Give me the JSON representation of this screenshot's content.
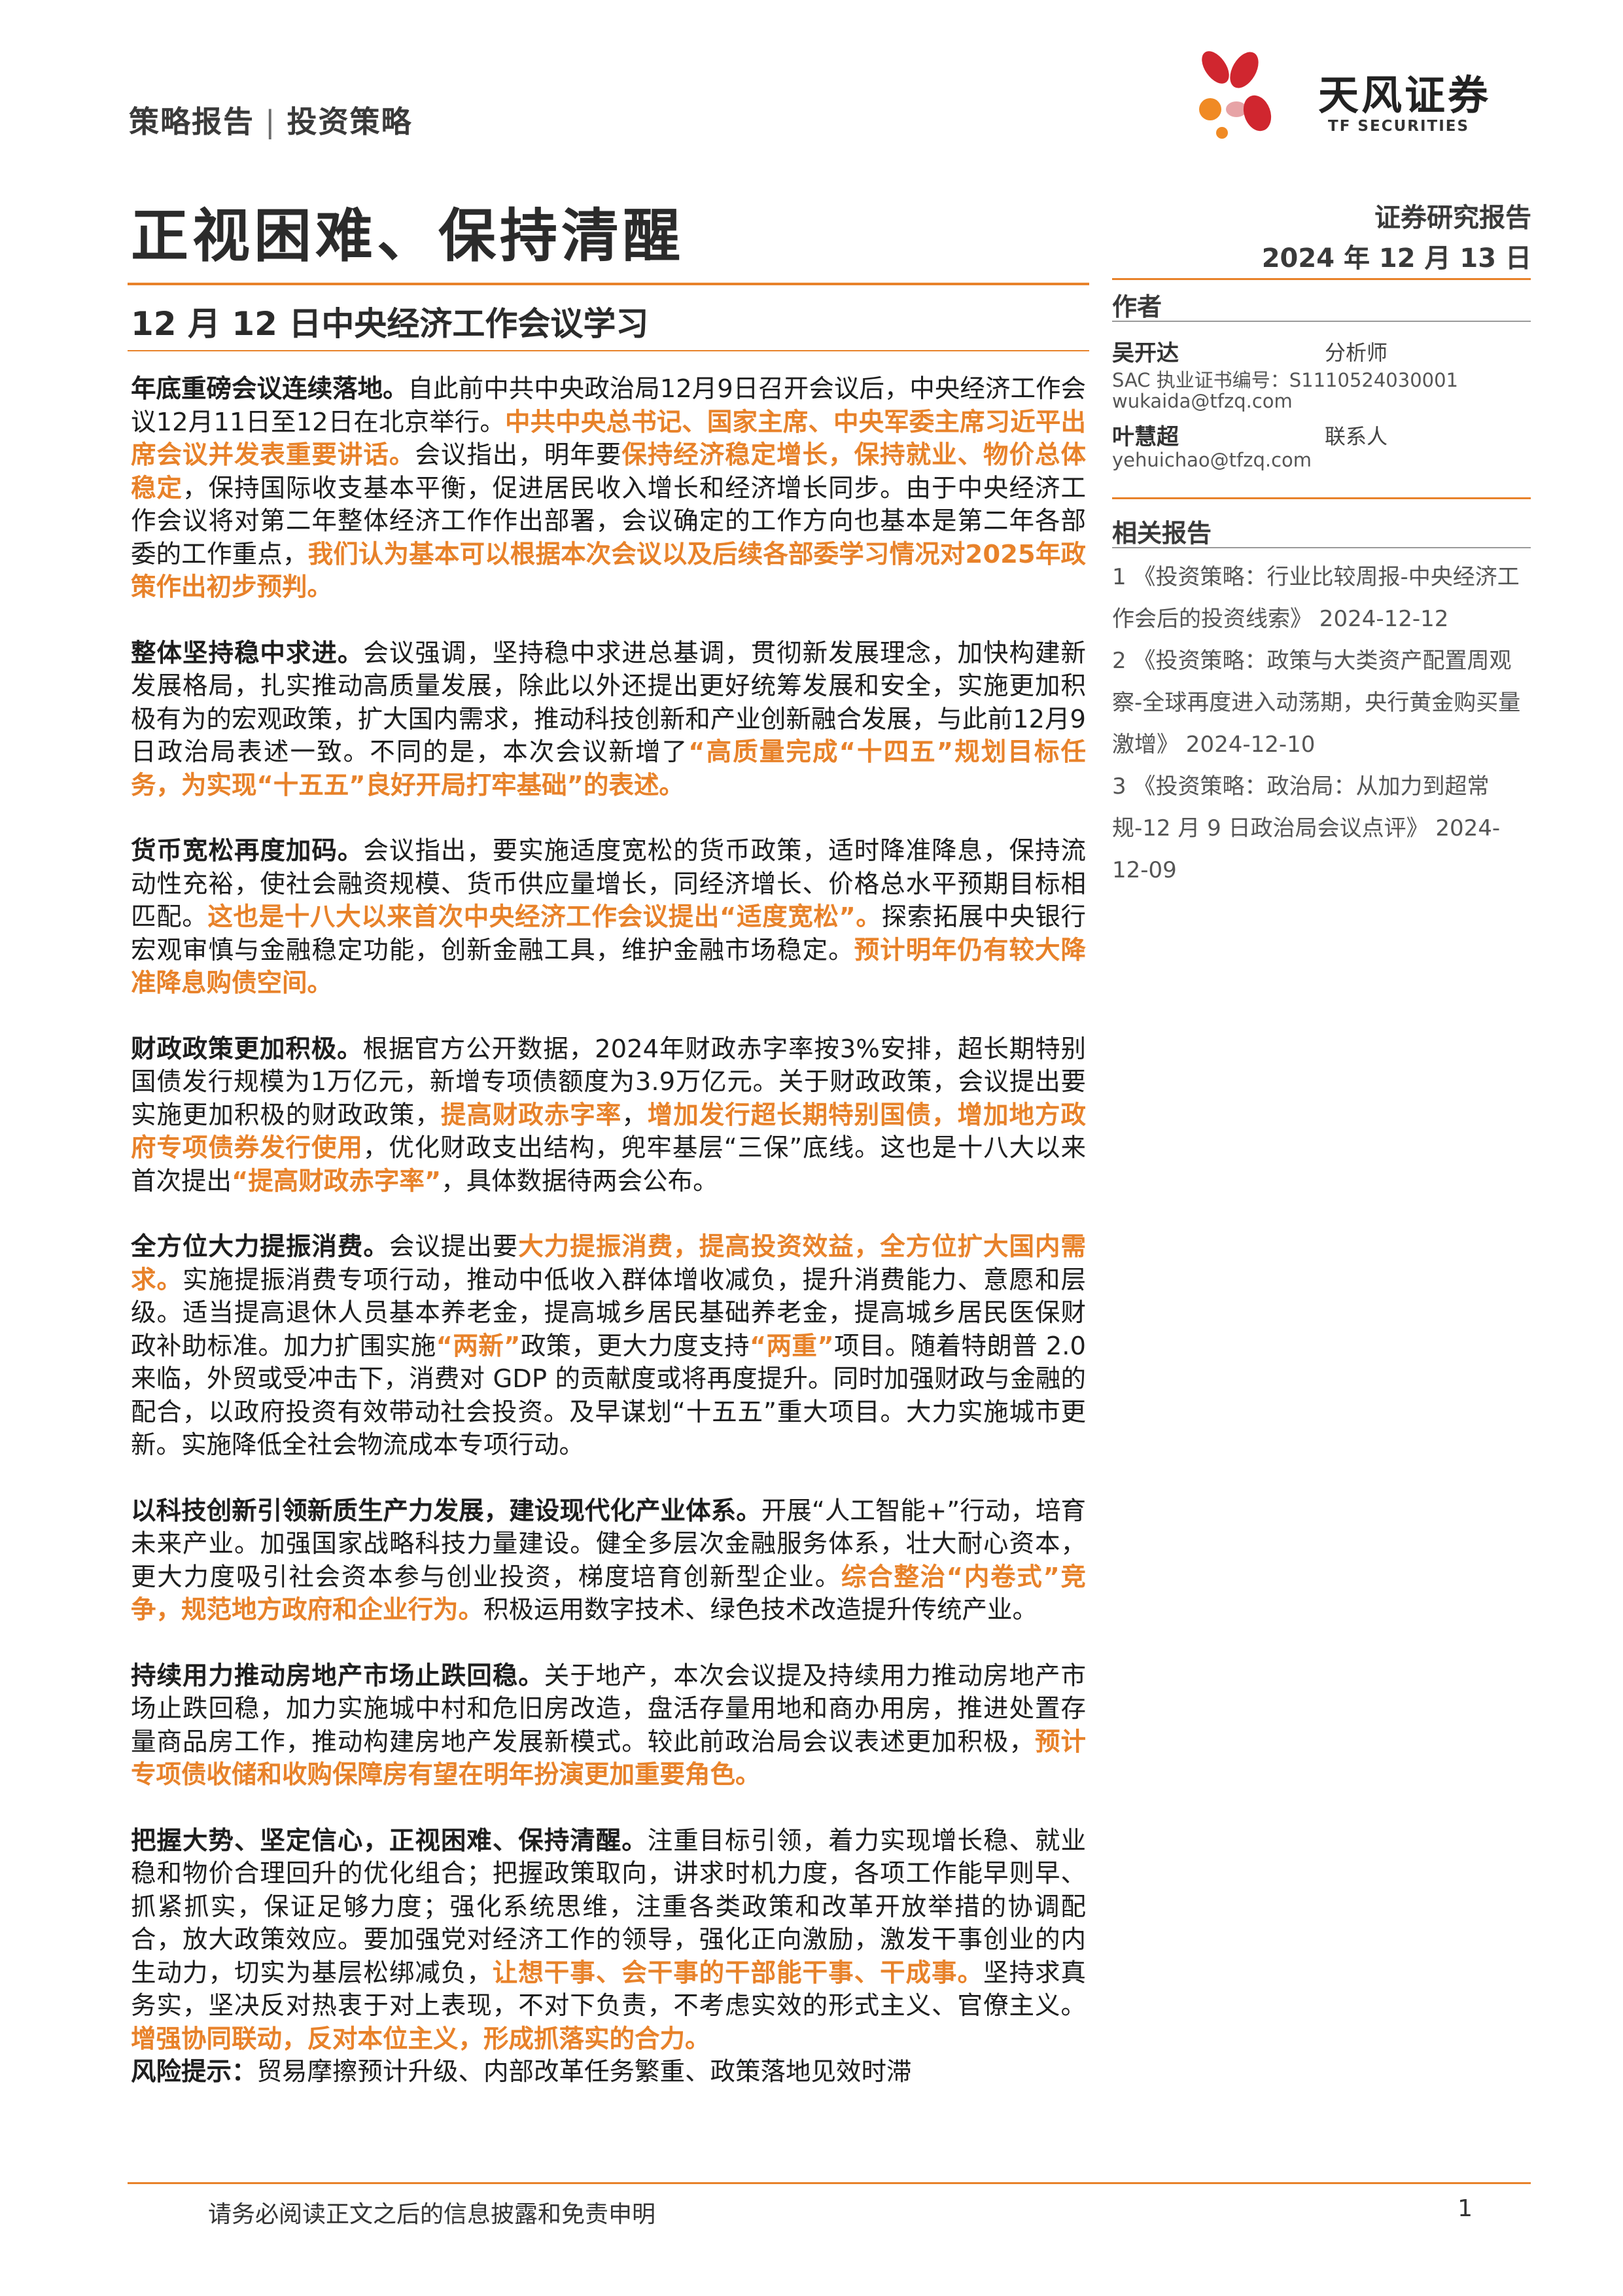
{
  "header": {
    "category": "策略报告",
    "separator": "|",
    "subcategory": "投资策略",
    "brand_cn": "天风证券",
    "brand_en": "TF SECURITIES",
    "title": "正视困难、保持清醒",
    "report_type": "证券研究报告",
    "date": "2024 年 12 月 13 日",
    "subtitle": "12 月 12 日中央经济工作会议学习"
  },
  "sidebar": {
    "authors_heading": "作者",
    "authors": [
      {
        "name": "吴开达",
        "role": "分析师",
        "license": "SAC 执业证书编号：S1110524030001",
        "email": "wukaida@tfzq.com"
      },
      {
        "name": "叶慧超",
        "role": "联系人",
        "email": "yehuichao@tfzq.com"
      }
    ],
    "related_heading": "相关报告",
    "related": [
      "1 《投资策略：行业比较周报-中央经济工作会后的投资线索》 2024-12-12",
      "2 《投资策略：政策与大类资产配置周观察-全球再度进入动荡期，央行黄金购买量激增》 2024-12-10",
      "3 《投资策略：政治局：从加力到超常规-12 月 9 日政治局会议点评》 2024-12-09"
    ]
  },
  "body": {
    "p1": [
      {
        "t": "年底重磅会议连续落地。",
        "s": "b"
      },
      {
        "t": "自此前中共中央政治局12月9日召开会议后，中央经济工作会议12月11日至12日在北京举行。",
        "s": ""
      },
      {
        "t": "中共中央总书记、国家主席、中央军委主席习近平出席会议并发表重要讲话。",
        "s": "h"
      },
      {
        "t": "会议指出，明年要",
        "s": ""
      },
      {
        "t": "保持经济稳定增长，保持就业、物价总体稳定",
        "s": "h"
      },
      {
        "t": "，保持国际收支基本平衡，促进居民收入增长和经济增长同步。由于中央经济工作会议将对第二年整体经济工作作出部署，会议确定的工作方向也基本是第二年各部委的工作重点，",
        "s": ""
      },
      {
        "t": "我们认为基本可以根据本次会议以及后续各部委学习情况对2025年政策作出初步预判。",
        "s": "h"
      }
    ],
    "p2": [
      {
        "t": "整体坚持稳中求进。",
        "s": "b"
      },
      {
        "t": "会议强调，坚持稳中求进总基调，贯彻新发展理念，加快构建新发展格局，扎实推动高质量发展，除此以外还提出更好统筹发展和安全，实施更加积极有为的宏观政策，扩大国内需求，推动科技创新和产业创新融合发展，与此前12月9日政治局表述一致。不同的是，本次会议新增了",
        "s": ""
      },
      {
        "t": "“高质量完成“十四五”规划目标任务，为实现“十五五”良好开局打牢基础”的表述。",
        "s": "h"
      }
    ],
    "p3": [
      {
        "t": "货币宽松再度加码。",
        "s": "b"
      },
      {
        "t": "会议指出，要实施适度宽松的货币政策，适时降准降息，保持流动性充裕，使社会融资规模、货币供应量增长，同经济增长、价格总水平预期目标相匹配。",
        "s": ""
      },
      {
        "t": "这也是十八大以来首次中央经济工作会议提出“适度宽松”。",
        "s": "h"
      },
      {
        "t": "探索拓展中央银行宏观审慎与金融稳定功能，创新金融工具，维护金融市场稳定。",
        "s": ""
      },
      {
        "t": "预计明年仍有较大降准降息购债空间。",
        "s": "h"
      }
    ],
    "p4": [
      {
        "t": "财政政策更加积极。",
        "s": "b"
      },
      {
        "t": "根据官方公开数据，2024年财政赤字率按3%安排，超长期特别国债发行规模为1万亿元，新增专项债额度为3.9万亿元。关于财政政策，会议提出要实施更加积极的财政政策，",
        "s": ""
      },
      {
        "t": "提高财政赤字率",
        "s": "h"
      },
      {
        "t": "，",
        "s": ""
      },
      {
        "t": "增加发行超长期特别国债，增加地方政府专项债券发行使用",
        "s": "h"
      },
      {
        "t": "，优化财政支出结构，兜牢基层“三保”底线。这也是十八大以来首次提出",
        "s": ""
      },
      {
        "t": "“提高财政赤字率”",
        "s": "h"
      },
      {
        "t": "，具体数据待两会公布。",
        "s": ""
      }
    ],
    "p5": [
      {
        "t": "全方位大力提振消费。",
        "s": "b"
      },
      {
        "t": "会议提出要",
        "s": ""
      },
      {
        "t": "大力提振消费，提高投资效益，全方位扩大国内需求。",
        "s": "h"
      },
      {
        "t": "实施提振消费专项行动，推动中低收入群体增收减负，提升消费能力、意愿和层级。适当提高退休人员基本养老金，提高城乡居民基础养老金，提高城乡居民医保财政补助标准。加力扩围实施",
        "s": ""
      },
      {
        "t": "“两新”",
        "s": "h"
      },
      {
        "t": "政策，更大力度支持",
        "s": ""
      },
      {
        "t": "“两重”",
        "s": "h"
      },
      {
        "t": "项目。随着特朗普 2.0 来临，外贸或受冲击下，消费对 GDP 的贡献度或将再度提升。同时加强财政与金融的配合，以政府投资有效带动社会投资。及早谋划“十五五”重大项目。大力实施城市更新。实施降低全社会物流成本专项行动。",
        "s": ""
      }
    ],
    "p6": [
      {
        "t": "以科技创新引领新质生产力发展，建设现代化产业体系。",
        "s": "b"
      },
      {
        "t": "开展“人工智能+”行动，培育未来产业。加强国家战略科技力量建设。健全多层次金融服务体系，壮大耐心资本，更大力度吸引社会资本参与创业投资，梯度培育创新型企业。",
        "s": ""
      },
      {
        "t": "综合整治“内卷式”竞争，规范地方政府和企业行为。",
        "s": "h"
      },
      {
        "t": "积极运用数字技术、绿色技术改造提升传统产业。",
        "s": ""
      }
    ],
    "p7": [
      {
        "t": "持续用力推动房地产市场止跌回稳。",
        "s": "b"
      },
      {
        "t": "关于地产，本次会议提及持续用力推动房地产市场止跌回稳，加力实施城中村和危旧房改造，盘活存量用地和商办用房，推进处置存量商品房工作，推动构建房地产发展新模式。较此前政治局会议表述更加积极，",
        "s": ""
      },
      {
        "t": "预计专项债收储和收购保障房有望在明年扮演更加重要角色。",
        "s": "h"
      }
    ],
    "p8": [
      {
        "t": "把握大势、坚定信心，正视困难、保持清醒。",
        "s": "b"
      },
      {
        "t": "注重目标引领，着力实现增长稳、就业稳和物价合理回升的优化组合；把握政策取向，讲求时机力度，各项工作能早则早、抓紧抓实，保证足够力度；强化系统思维，注重各类政策和改革开放举措的协调配合，放大政策效应。要加强党对经济工作的领导，强化正向激励，激发干事创业的内生动力，切实为基层松绑减负，",
        "s": ""
      },
      {
        "t": "让想干事、会干事的干部能干事、干成事。",
        "s": "h"
      },
      {
        "t": "坚持求真务实，坚决反对热衷于对上表现，不对下负责，不考虑实效的形式主义、官僚主义。",
        "s": ""
      },
      {
        "t": "增强协同联动，反对本位主义，形成抓落实的合力。",
        "s": "h"
      }
    ],
    "risk": [
      {
        "t": "风险提示：",
        "s": "b"
      },
      {
        "t": "贸易摩擦预计升级、内部改革任务繁重、政策落地见效时滞",
        "s": ""
      }
    ]
  },
  "footer": {
    "disclaimer": "请务必阅读正文之后的信息披露和免责申明",
    "page": "1"
  },
  "colors": {
    "accent": "#e8822a",
    "text": "#1e1e1e",
    "logo_red": "#d0262f",
    "logo_orange": "#f08a24",
    "logo_pink": "#e7a3a6"
  }
}
